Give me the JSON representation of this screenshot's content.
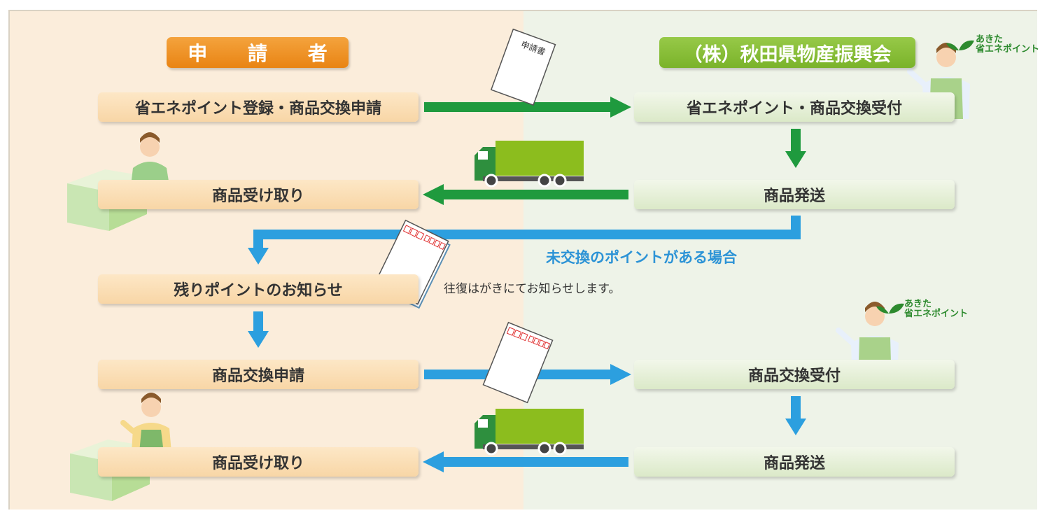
{
  "headers": {
    "applicant": "申 請 者",
    "provider": "（株）秋田県物産振興会"
  },
  "steps": {
    "s1_left": "省エネポイント登録・商品交換申請",
    "s1_right": "省エネポイント・商品交換受付",
    "s2_right": "商品発送",
    "s2_left": "商品受け取り",
    "s3_left": "残りポイントのお知らせ",
    "s4_left": "商品交換申請",
    "s4_right": "商品交換受付",
    "s5_right": "商品発送",
    "s5_left": "商品受け取り"
  },
  "labels": {
    "document_form": "申請書",
    "condition": "未交換のポイントがある場合",
    "postcard_note": "往復はがきにてお知らせします。",
    "brand_line1": "あきた",
    "brand_line2": "省エネポイント"
  },
  "colors": {
    "green_arrow": "#1f9a3e",
    "blue_arrow": "#2c9fdf",
    "truck_cargo": "#8cbd1e",
    "truck_cab": "#2e8f3e",
    "applicant_header": "#ec8c1d",
    "provider_header": "#84ba33"
  }
}
